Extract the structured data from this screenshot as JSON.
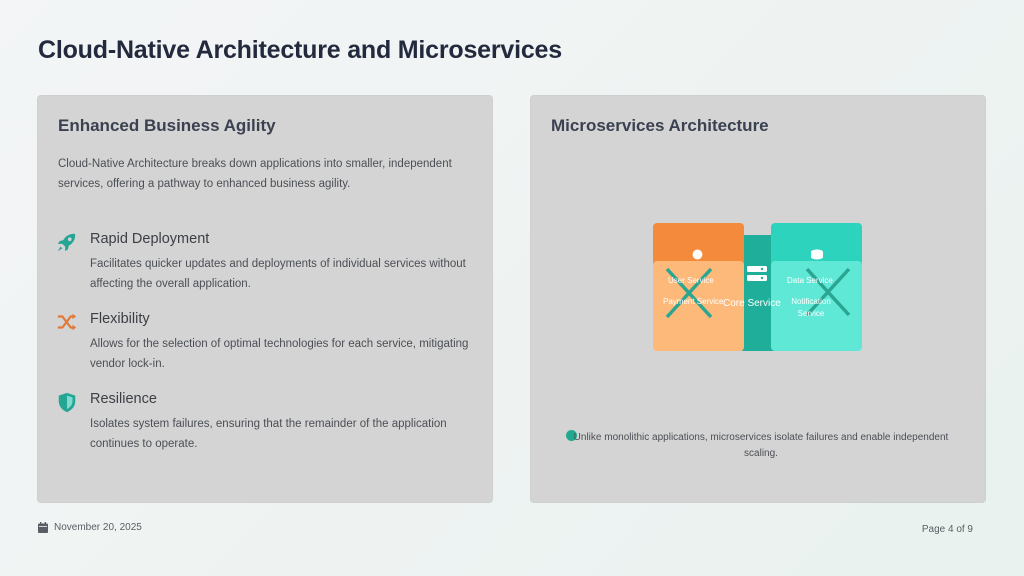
{
  "slide": {
    "title": "Cloud-Native Architecture and Microservices"
  },
  "left_panel": {
    "heading": "Enhanced Business Agility",
    "intro": "Cloud-Native Architecture breaks down applications into smaller, independent services, offering a pathway to enhanced business agility.",
    "features": [
      {
        "icon": "rocket-icon",
        "title": "Rapid Deployment",
        "desc": "Facilitates quicker updates and deployments of individual services without affecting the overall application."
      },
      {
        "icon": "shuffle-icon",
        "title": "Flexibility",
        "desc": "Allows for the selection of optimal technologies for each service, mitigating vendor lock-in."
      },
      {
        "icon": "shield-icon",
        "title": "Resilience",
        "desc": "Isolates system failures, ensuring that the remainder of the application continues to operate."
      }
    ]
  },
  "right_panel": {
    "heading": "Microservices Architecture",
    "diagram": {
      "user_service": "User Service",
      "payment_service": "Payment Service",
      "core_service": "Core Service",
      "data_service": "Data Service",
      "notification_service": "Notification Service"
    },
    "caption": "Unlike monolithic applications, microservices isolate failures and enable independent scaling."
  },
  "footer": {
    "date": "November 20, 2025",
    "page": "Page 4 of 9"
  },
  "colors": {
    "title": "#232a3d",
    "panel": "#d4d4d4",
    "orange_dark": "#f48a3b",
    "orange_light": "#fcb97a",
    "teal_core": "#1fae9a",
    "teal_dark": "#2ed3bd",
    "teal_light": "#5fe8d6",
    "rocket": "#25a594",
    "shuffle": "#e07a3a",
    "shield": "#25a594"
  }
}
